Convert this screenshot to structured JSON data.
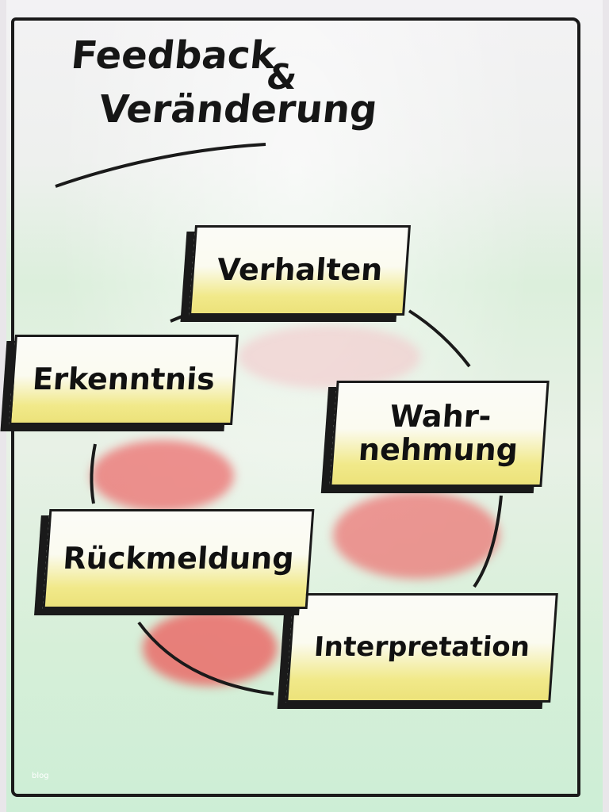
{
  "title": {
    "line1": "Feedback",
    "amp": "&",
    "line2": "Veränderung"
  },
  "cycle": [
    {
      "label": "Verhalten"
    },
    {
      "label": "Wahr-",
      "label2": "nehmung"
    },
    {
      "label": "Interpretation"
    },
    {
      "label": "Rückmeldung"
    },
    {
      "label": "Erkenntnis"
    }
  ],
  "watermark": "blog",
  "colors": {
    "box_fill": "#ece27a",
    "cycle_fill": "#ef8080",
    "background": "#cdeed6",
    "ink": "#1a1a1a"
  }
}
